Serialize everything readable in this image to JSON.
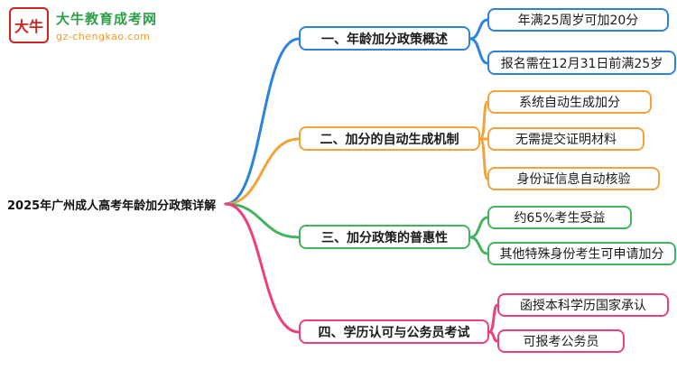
{
  "site": {
    "logo_text": "大牛",
    "name": "大牛教育成考网",
    "url": "gz-chengkao.com",
    "brand_red": "#c8261f",
    "brand_green": "#2e9e49",
    "brand_orange": "#f59a23"
  },
  "root": {
    "label": "2025年广州成人高考年龄加分政策详解"
  },
  "branches": [
    {
      "label": "一、年龄加分政策概述",
      "color": "#2c82e0",
      "leaves": [
        "年满25周岁可加20分",
        "报名需在12月31日前满25岁"
      ]
    },
    {
      "label": "二、加分的自动生成机制",
      "color": "#f2a33c",
      "leaves": [
        "系统自动生成加分",
        "无需提交证明材料",
        "身份证信息自动核验"
      ]
    },
    {
      "label": "三、加分政策的普惠性",
      "color": "#44b35f",
      "leaves": [
        "约65%考生受益",
        "其他特殊身份考生可申请加分"
      ]
    },
    {
      "label": "四、学历认可与公务员考试",
      "color": "#ed3f7c",
      "leaves": [
        "函授本科学历国家承认",
        "可报考公务员"
      ]
    }
  ]
}
